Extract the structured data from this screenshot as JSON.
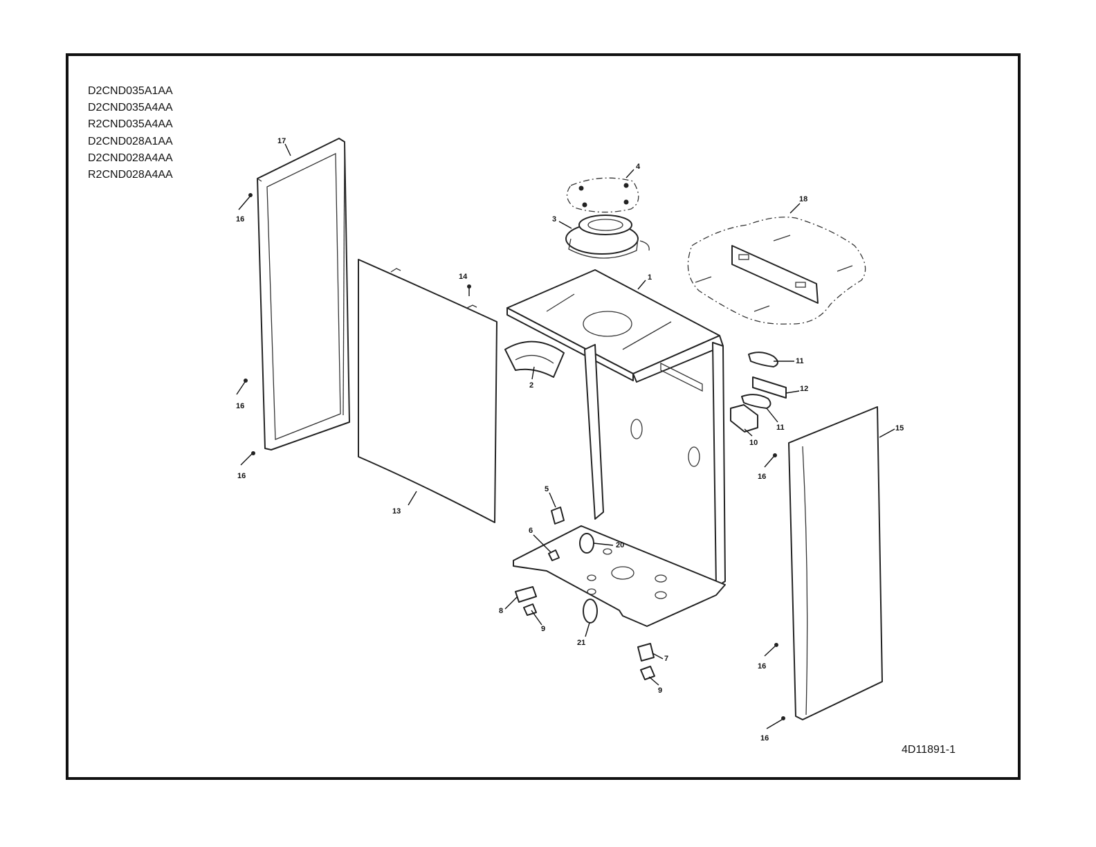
{
  "models": [
    "D2CND035A1AA",
    "D2CND035A4AA",
    "R2CND035A4AA",
    "D2CND028A1AA",
    "D2CND028A4AA",
    "R2CND028A4AA"
  ],
  "document_number": "4D11891-1",
  "callouts": {
    "c1": "1",
    "c2": "2",
    "c3": "3",
    "c4": "4",
    "c5": "5",
    "c6": "6",
    "c7": "7",
    "c8": "8",
    "c9a": "9",
    "c9b": "9",
    "c10": "10",
    "c11a": "11",
    "c11b": "11",
    "c12": "12",
    "c13": "13",
    "c14": "14",
    "c15": "15",
    "c16a": "16",
    "c16b": "16",
    "c16c": "16",
    "c16d": "16",
    "c16e": "16",
    "c16f": "16",
    "c17": "17",
    "c18": "18",
    "c20": "20",
    "c21": "21"
  }
}
